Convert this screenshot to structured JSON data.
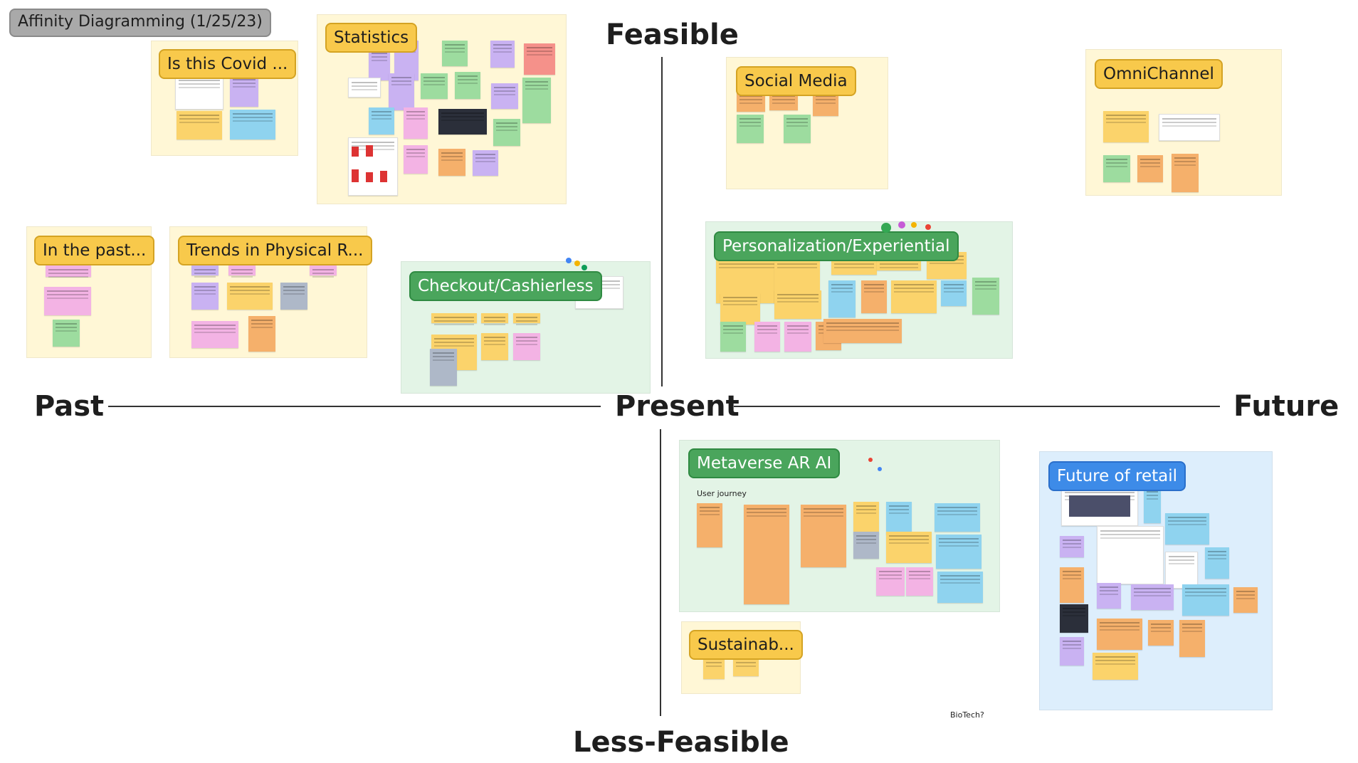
{
  "board": {
    "title": "Affinity Diagramming (1/25/23)"
  },
  "axes": {
    "top": "Feasible",
    "bottom": "Less-Feasible",
    "left": "Past",
    "center": "Present",
    "right": "Future"
  },
  "sections": {
    "covid": "Is this Covid ...",
    "statistics": "Statistics",
    "social_media": "Social Media",
    "omnichannel": "OmniChannel",
    "past": "In the past...",
    "trends": "Trends in Physical R...",
    "checkout": "Checkout/Cashierless",
    "personalization": "Personalization/Experiential",
    "metaverse": "Metaverse AR AI",
    "sustainability": "Sustainab...",
    "future_retail": "Future of retail"
  },
  "metaverse_sub": {
    "heading": "User journey"
  },
  "free_text": {
    "biotech": "BioTech?"
  },
  "colors": {
    "section_yellow": "#fff7d6",
    "section_green": "#e3f4e6",
    "section_blue": "#ddeefc",
    "label_yellow": "#f8c94b",
    "label_green": "#4aa55c",
    "label_blue": "#3d8be8"
  }
}
